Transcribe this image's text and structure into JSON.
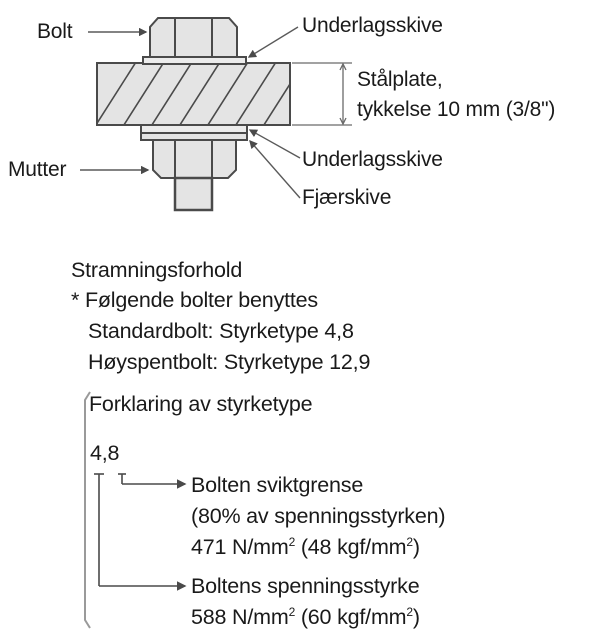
{
  "diagram": {
    "labels": {
      "bolt": "Bolt",
      "nut": "Mutter",
      "washer_top": "Underlagsskive",
      "plate_line1": "Stålplate,",
      "plate_line2": "tykkelse 10 mm (3/8\")",
      "washer_bottom": "Underlagsskive",
      "spring_washer": "Fjærskive"
    },
    "colors": {
      "part_fill": "#e4e4e4",
      "outline": "#4a4a4a",
      "leader": "#5a5a5a",
      "text": "#1a1a1a"
    }
  },
  "notes": {
    "heading": "Stramningsforhold",
    "bullet": "* Følgende bolter benyttes",
    "standard_bolt": "Standardbolt: Styrketype 4,8",
    "high_tension_bolt": "Høyspentbolt: Styrketype 12,9",
    "explanation_heading": "Forklaring av styrketype",
    "grade_example": "4,8",
    "yield": {
      "title": "Bolten sviktgrense",
      "detail": "(80% av spenningsstyrken)",
      "value_main": "471 N/mm",
      "value_paren_open": " (48 kgf/mm",
      "value_paren_close": ")",
      "sup": "2"
    },
    "tensile": {
      "title": "Boltens spenningsstyrke",
      "value_main": "588 N/mm",
      "value_paren_open": " (60 kgf/mm",
      "value_paren_close": ")",
      "sup": "2"
    }
  }
}
